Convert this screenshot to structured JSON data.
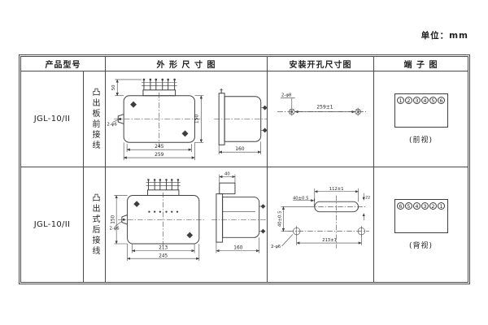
{
  "unit_label": "单位：mm",
  "colors": {
    "line": "#3f3f3f",
    "text": "#1f1f1f",
    "border": "#4a4a4a",
    "background": "#ffffff"
  },
  "table": {
    "headers": {
      "model": "产品型号",
      "outline": "外 形 尺 寸 图",
      "install": "安装开孔尺寸图",
      "terminal": "端 子 图"
    },
    "rows": [
      {
        "model": "JGL-10/II",
        "wiring": "凸出板前接线",
        "outline": {
          "terminal_height": "50",
          "holes": "2-φ6",
          "width_inner": "245",
          "width_outer": "259",
          "height": "150",
          "depth": "160"
        },
        "install": {
          "holes": "2-φ8",
          "span": "259±1"
        },
        "terminal": {
          "numbers": [
            "1",
            "2",
            "3",
            "4",
            "5",
            "6"
          ],
          "view": "(前视)"
        }
      },
      {
        "model": "JGL-10/II",
        "wiring": "凸出式后接线",
        "outline": {
          "holes": "2-φ6",
          "width_inner": "213",
          "width_outer": "245",
          "height": "150",
          "depth": "160",
          "terminal_depth": "40"
        },
        "install": {
          "slot_width": "112±1",
          "offset_h": "40±0.5",
          "offset_v": "40±0.5",
          "span": "213±1",
          "holes": "2-φ6",
          "slot_height": "22"
        },
        "terminal": {
          "numbers": [
            "6",
            "5",
            "4",
            "3",
            "2",
            "1"
          ],
          "view": "(背视)"
        }
      }
    ]
  }
}
